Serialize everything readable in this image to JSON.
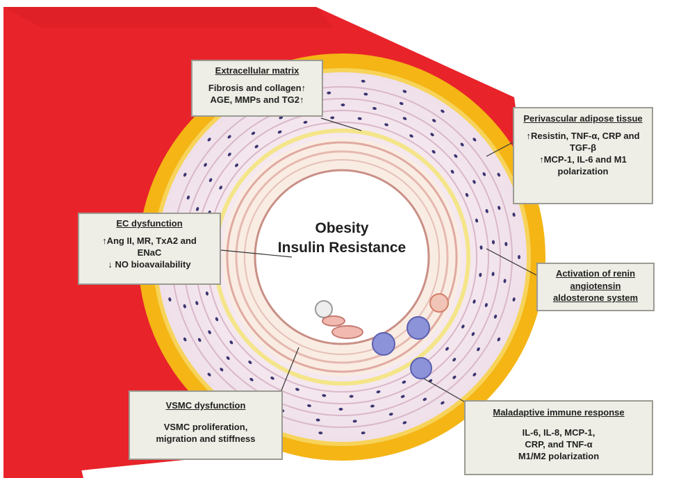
{
  "center": {
    "line1": "Obesity",
    "line2": "Insulin Resistance"
  },
  "boxes": {
    "extracellular_matrix": {
      "title": "Extracellular matrix",
      "lines": [
        "Fibrosis and collagen↑",
        "AGE, MMPs and TG2↑"
      ]
    },
    "perivascular_adipose": {
      "title": "Perivascular adipose tissue",
      "lines": [
        "↑Resistin, TNF-α, CRP and",
        "TGF-β",
        "↑MCP-1, IL-6 and M1",
        "polarization"
      ]
    },
    "ec_dysfunction": {
      "title": "EC dysfunction",
      "lines": [
        "↑Ang II, MR, TxA2 and",
        "ENaC",
        "↓ NO bioavailability"
      ]
    },
    "raas": {
      "title": "Activation of renin",
      "lines": [
        "angiotensin",
        "aldosterone system"
      ]
    },
    "vsmc_dysfunction": {
      "title": "VSMC dysfunction",
      "lines": [
        "VSMC proliferation,",
        "migration and stiffness"
      ]
    },
    "maladaptive_immune": {
      "title": "Maladaptive immune response",
      "lines": [
        "IL-6, IL-8, MCP-1,",
        "CRP, and TNF-α",
        "M1/M2 polarization"
      ]
    }
  },
  "colors": {
    "red_band": "#e8232a",
    "yellow_ring": "#f4b515",
    "box_fill": "#eeeee6",
    "box_border": "#9b9b93"
  }
}
